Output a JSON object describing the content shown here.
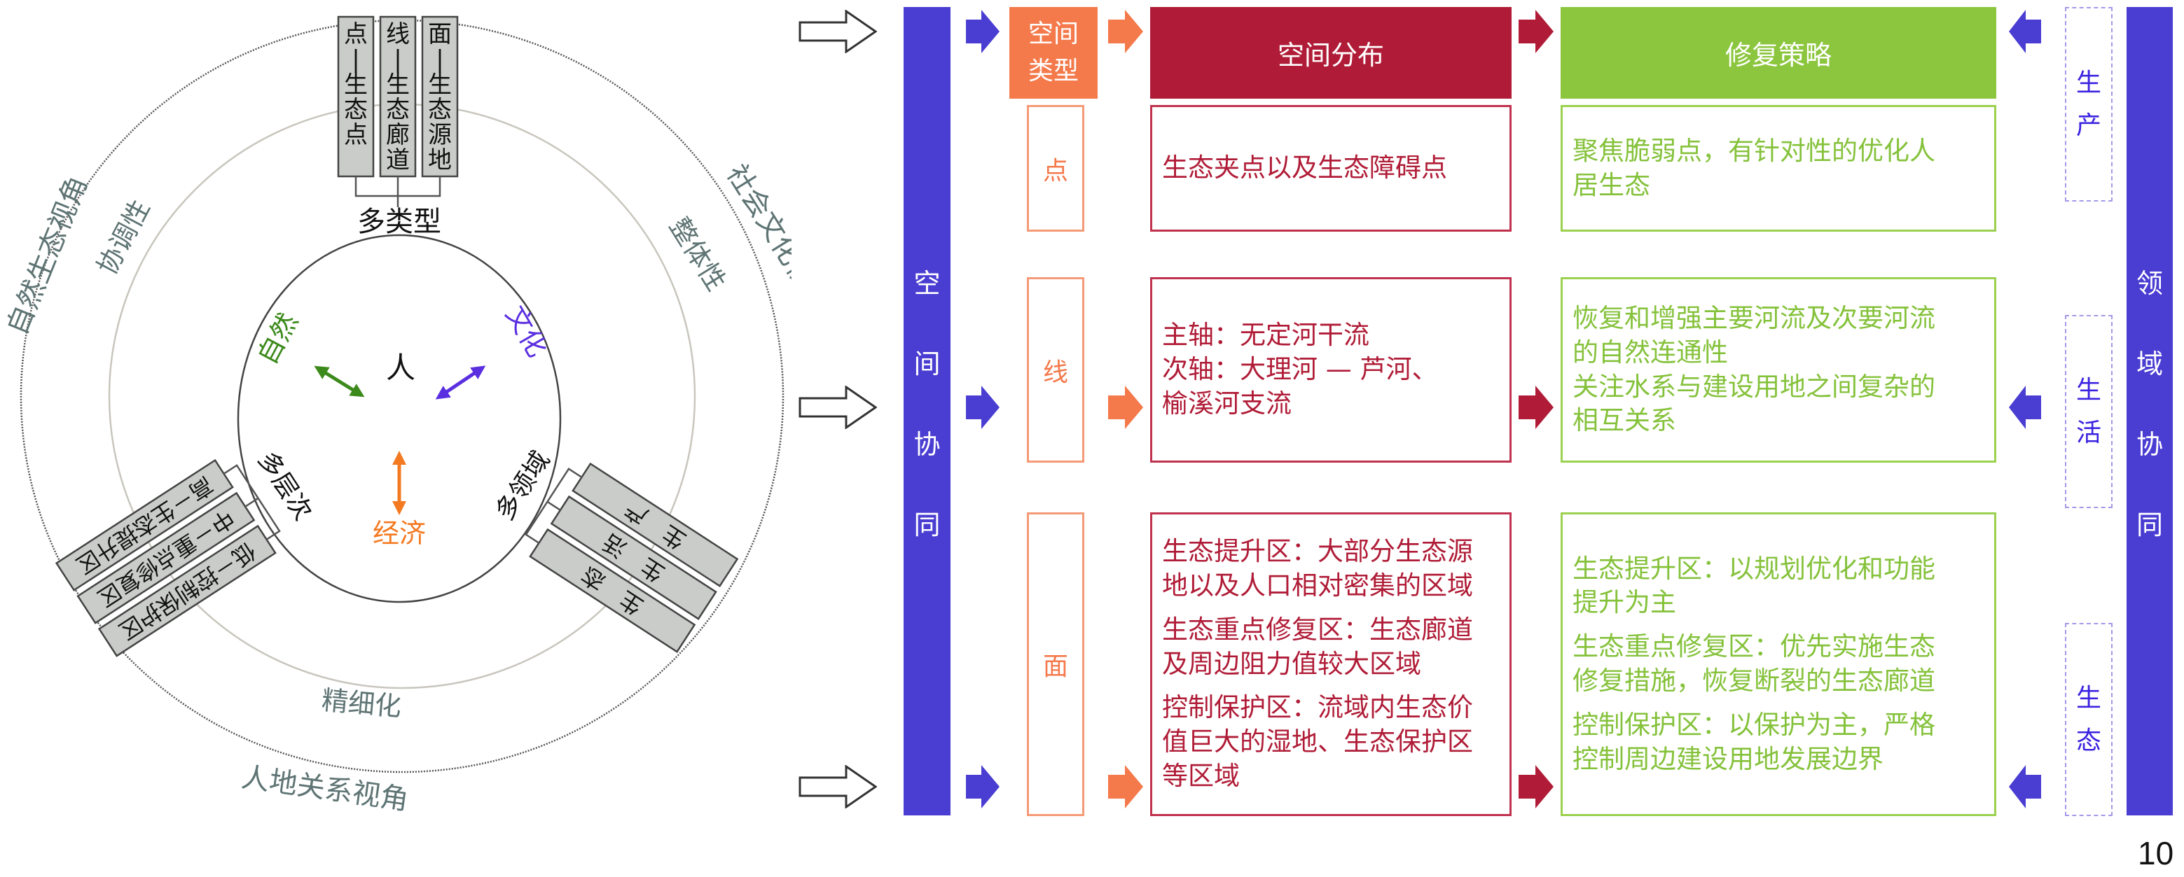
{
  "wheel": {
    "outer_ring_labels": {
      "left": "自然生态视角",
      "right": "社会文化视角",
      "bottom": "人地关系视角"
    },
    "middle_ring_labels": {
      "left": "协调性",
      "right": "整体性",
      "bottom": "精细化"
    },
    "center": {
      "person": "人",
      "nature": "自然",
      "culture": "文化",
      "economy": "经济"
    },
    "groups": {
      "types": {
        "title": "多类型",
        "items": [
          "点－生态点",
          "线－生态廊道",
          "面－生态源地"
        ]
      },
      "levels": {
        "title": "多层次",
        "items": [
          "高－生态提升区",
          "中－重点修复区",
          "低－控制保护区"
        ]
      },
      "domains": {
        "title": "多领域",
        "items": [
          "生　产",
          "生　活",
          "生　态"
        ]
      }
    },
    "colors": {
      "nature": "#3d8a1c",
      "culture": "#5a2fe0",
      "economy": "#f47a22",
      "ring_text": "#5f7474",
      "bar_fill": "#c9ccc8"
    }
  },
  "flow": {
    "left_bar": {
      "chars": [
        "空",
        "间",
        "协",
        "同"
      ]
    },
    "right_bar": {
      "chars": [
        "领",
        "域",
        "协",
        "同"
      ]
    },
    "headers": {
      "type": [
        "空间",
        "类型"
      ],
      "distribution": "空间分布",
      "strategy": "修复策略"
    },
    "rows": [
      {
        "type": "点",
        "distribution": [
          "生态夹点以及生态障碍点"
        ],
        "strategy": [
          "聚焦脆弱点，有针对性的优化人\n居生态"
        ],
        "domain": [
          "生",
          "产"
        ]
      },
      {
        "type": "线",
        "distribution": [
          "主轴：无定河干流\n次轴：大理河 — 芦河、\n榆溪河支流"
        ],
        "strategy": [
          "恢复和增强主要河流及次要河流\n的自然连通性\n关注水系与建设用地之间复杂的\n相互关系"
        ],
        "domain": [
          "生",
          "活"
        ]
      },
      {
        "type": "面",
        "distribution": [
          "生态提升区：大部分生态源\n地以及人口相对密集的区域",
          "生态重点修复区：生态廊道\n及周边阻力值较大区域",
          "控制保护区：流域内生态价\n值巨大的湿地、生态保护区\n等区域"
        ],
        "strategy": [
          "生态提升区：以规划优化和功能\n提升为主",
          "生态重点修复区：优先实施生态\n修复措施，恢复断裂的生态廊道",
          "控制保护区：以保护为主，严格\n控制周边建设用地发展边界"
        ],
        "domain": [
          "生",
          "态"
        ]
      }
    ],
    "colors": {
      "coordination_bar": "#4a3dd2",
      "type": "#f4794b",
      "distribution": "#b01c37",
      "strategy": "#8cc63e",
      "domain_text": "#3b23e0"
    }
  },
  "page_number": "10"
}
